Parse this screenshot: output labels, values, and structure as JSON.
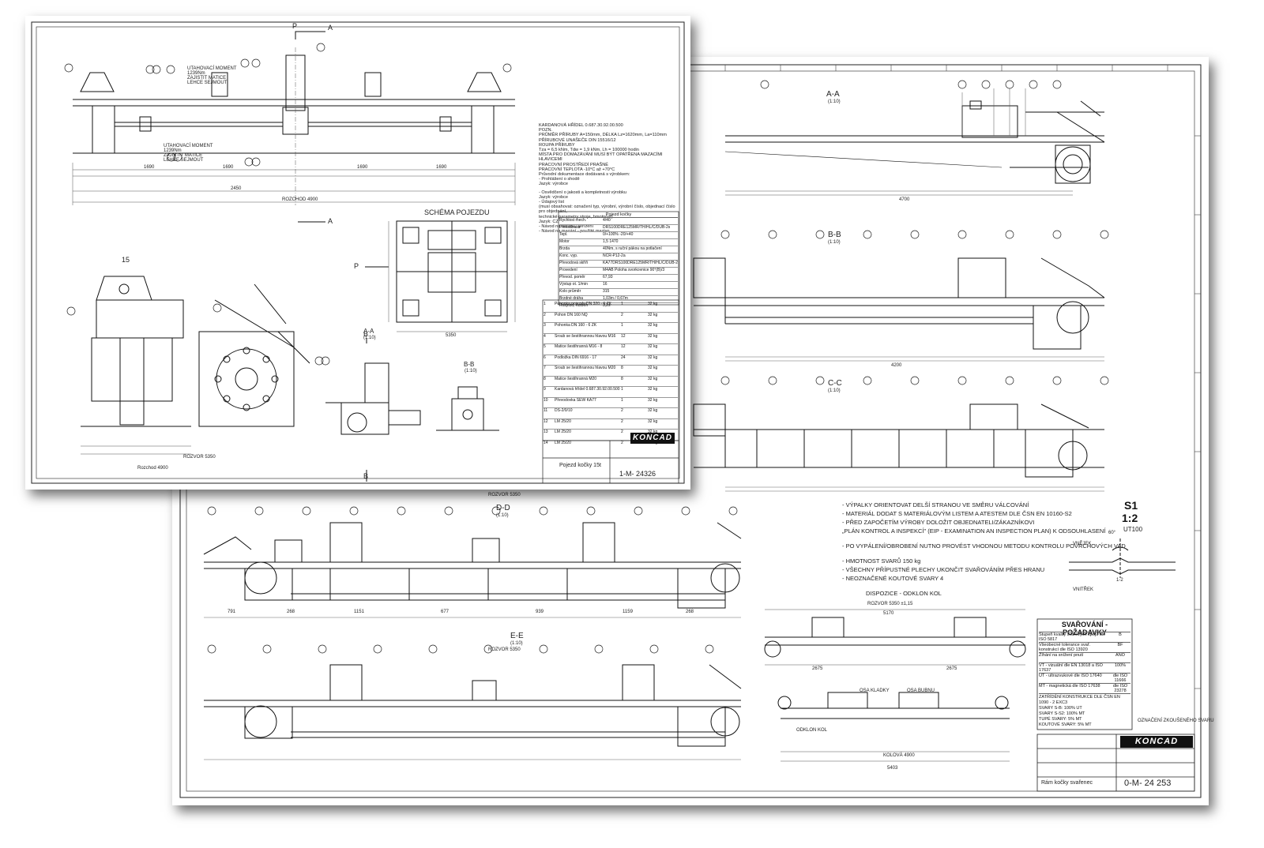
{
  "sheet_back": {
    "title_block": {
      "drawing_name": "Rám kočky svařenec",
      "drawing_number": "0-M- 24 253",
      "brand": "KONCAD"
    },
    "sections": [
      "A-A",
      "B-B",
      "C-C",
      "D-D",
      "E-E"
    ],
    "section_scale": "(1:10)",
    "dimensions": {
      "aa_span": "4700",
      "bb_span": "4200",
      "rozvor": "ROZVOR 5350",
      "dd_values": [
        "791",
        "268",
        "1151",
        "677",
        "939",
        "1159",
        "268"
      ]
    },
    "notes": [
      "- VÝPALKY ORIENTOVAT DELŠÍ STRANOU VE SMĚRU VÁLCOVÁNÍ",
      "- MATERIÁL DODAT S MATERIÁLOVÝM LISTEM A ATESTEM DLE ČSN EN 10160-S2",
      "- PŘED ZAPOČETÍM VÝROBY DOLOŽIT OBJEDNATELI/ZÁKAZNÍKOVI",
      "  „PLÁN KONTROL A INSPEKCÍ\" (EIP - EXAMINATION AN INSPECTION PLAN) K ODSOUHLASENÍ",
      "- PO VYPÁLENÍ/OBROBENÍ NUTNO PROVÉST VHODNOU METODU KONTROLU POVRCHOVÝCH VAD",
      "- HMOTNOST SVARŮ 150 kg",
      "- VŠECHNY PŘÍPUSTNÉ PLECHY UKONČIT SVAŘOVÁNÍM PŘES HRANU",
      "- NEOZNAČENÉ KOUTOVÉ SVARY 4"
    ],
    "dispozice": "DISPOZICE - ODKLON KOL",
    "detail": {
      "label": "S1",
      "scale": "1:2",
      "code": "UT100",
      "venek": "VNĚJEK",
      "vnitrek": "VNITŘEK",
      "angle": "60°",
      "gap": "1-2"
    },
    "weld_table": {
      "title": "SVAŘOVÁNÍ - POŽADAVKY",
      "rows": [
        [
          "Stupeň kvality svarových spojů dle ISO 5817",
          "B"
        ],
        [
          "Všeobecné tolerance svař. konstrukcí dle ISO 13920",
          "BF"
        ],
        [
          "Žíhání na snížení pnutí",
          "ANO"
        ],
        [
          "VT - vizuální dle EN 13018 a ISO 17637",
          "100%"
        ],
        [
          "UT - ultrazvukové dle ISO 17640",
          "dle ISO 11666"
        ],
        [
          "MT - magnetická dle ISO 17638",
          "dle ISO 23278"
        ]
      ],
      "footer": [
        "ZATŘÍDĚNÍ KONSTRUKCE DLE ČSN EN 1090 - 2 EXC3",
        "SVARY S-B: 100% UT",
        "SVARY S-S2: 100% MT",
        "TUPÉ SVARY: 5% MT",
        "KOUTOVÉ SVARY: 5% MT"
      ],
      "legend": "OZNAČENÍ ZKOUŠENÉHO SVARU"
    },
    "dispozice_dims": [
      "ROZVOR 5350 ±1,15",
      "5170",
      "2675",
      "2675",
      "OSA KLADKY",
      "OSA BUBNU",
      "ODKLON KOL",
      "KOLOVÁ 4900",
      "5403"
    ]
  },
  "sheet_front": {
    "title_block": {
      "drawing_name": "Pojezd kočky 15t",
      "drawing_number": "1-M- 24326",
      "brand": "KONCAD"
    },
    "labels": {
      "schema": "SCHÉMA POJEZDU",
      "section_15": "15",
      "aa": "A-A",
      "bb": "B-B",
      "scale": "(1:10)",
      "p": "P",
      "a": "A",
      "b": "B"
    },
    "dimensions": {
      "rozchod": "ROZCHOD 4900",
      "overall": "2450",
      "pair": [
        "1690",
        "1690",
        "1690",
        "1690"
      ],
      "schema_width": "5350",
      "rozvor": "ROZVOR 5350",
      "rozchod_small": "Rozchod 4900"
    },
    "tightening_notes": [
      "UTAHOVACÍ MOMENT",
      "1239Nm",
      "ZAJISTIT MATICE",
      "LEHCE SEJMOUT"
    ],
    "shaft_notes": [
      "KARDANOVÁ HŘÍDEL   0.687.30.92.00.500",
      "POZN.",
      "PRŮMĚR PŘÍRUBY A=150mm, DÉLKA Lz=1620mm, La=110mm",
      "PŘÍRUBOVÉ UNAŠEČE DIN 15516/12",
      "ROUPA PŘÍRUBY",
      "Tza = 6,5 kNm, Tdw = 1,9 kNm, Lh = 100000 hodin",
      "MÍSTA PRO DOMAZÁVÁNÍ MUSÍ BÝT OPATŘENA MAZACÍMI HLAVICEMI",
      "PRACOVNÍ PROSTŘEDÍ PRAŠNÉ",
      "PRACOVNÍ TEPLOTA -10°C až +70°C",
      "Průvodní dokumentace dodávaná s výrobkem:",
      "- Prohlášení o shodě",
      "  Jazyk: výrobce",
      "",
      "- Osvědčení o jakosti a kompletnosti výrobku",
      "  Jazyk: výrobce",
      "- Údajový list",
      "  (musí obsahovat: označení typ, výrobní, výrobní číslo, objednací číslo pro objednání,",
      "  technické parametry stroje, hmotnost)",
      "  Jazyk: CZ",
      "- Návod na údržbu, seřízení",
      "- Návod na mazání - použité mazivo"
    ],
    "param_table": {
      "title": "Pojezd kočky",
      "rows": [
        [
          "Rychlost mech.",
          "4/40"
        ],
        [
          "Převodovka",
          "DRS100DRE125MR/TH/HL/C/DUB-2s"
        ],
        [
          "Tepl.",
          "0/+100%  -20/+40"
        ],
        [
          "Motor",
          "1,5  1470"
        ],
        [
          "Brzda",
          "40Nm, s ruční pákou na potlačení"
        ],
        [
          "Konc. vyp.",
          "NCR-P12-2a"
        ],
        [
          "Převodová skříň",
          "KA77DRS100DRE125MR/TH/HL/C/DUB-2s"
        ],
        [
          "Provedení",
          "M4AB  Poloha svorkovnice 90°(B)/3"
        ],
        [
          "Převod. poměr",
          "67,93"
        ],
        [
          "Výstup ot. 1/min",
          "16"
        ],
        [
          "Kolo průměr",
          "315"
        ],
        [
          "Brzdné dráha",
          "1,03m / 0,67m"
        ],
        [
          "Rozjezd, rozběh",
          "3,2s"
        ]
      ]
    },
    "parts_table": {
      "rows": [
        [
          "1",
          "Pohonka pojezdu DN 320 - 6 ZK",
          "1",
          "",
          "32 kg"
        ],
        [
          "2",
          "Pohon DN 160 NQ",
          "2",
          "",
          "32 kg"
        ],
        [
          "3",
          "Pohonka DN 160 - 6 ZK",
          "1",
          "",
          "32 kg"
        ],
        [
          "4",
          "Šroub se šestihrannou hlavou M16",
          "12",
          "",
          "32 kg"
        ],
        [
          "5",
          "Matice šestihranná M16 - 8",
          "12",
          "",
          "32 kg"
        ],
        [
          "6",
          "Podložka DIN 6916 - 17",
          "24",
          "",
          "32 kg"
        ],
        [
          "7",
          "Šroub se šestihrannou hlavou M20",
          "8",
          "",
          "32 kg"
        ],
        [
          "8",
          "Matice šestihranná M20",
          "8",
          "",
          "32 kg"
        ],
        [
          "9",
          "Kardanová hřídel 0.687.30.92.00.500",
          "1",
          "",
          "32 kg"
        ],
        [
          "10",
          "Převodovka SEW KA77",
          "1",
          "",
          "32 kg"
        ],
        [
          "11",
          "DS-2/0/10",
          "2",
          "",
          "32 kg"
        ],
        [
          "12",
          "LM 25/20",
          "2",
          "",
          "32 kg"
        ],
        [
          "13",
          "LM 25/20",
          "2",
          "",
          "32 kg"
        ],
        [
          "14",
          "LM 25/20",
          "2",
          "",
          "32 kg"
        ]
      ]
    }
  }
}
